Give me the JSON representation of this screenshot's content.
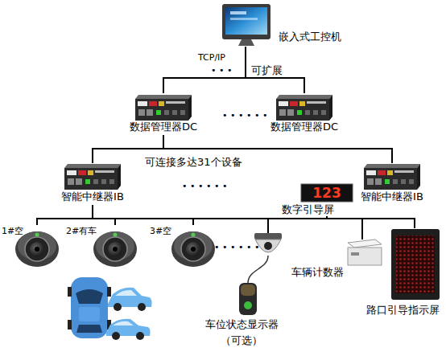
{
  "diagram": {
    "nodes": [
      {
        "text": [
          "嵌入式工控机"
        ]
      },
      {
        "text": [
          "数据管理器DC"
        ]
      },
      {
        "text": [
          "数据管理器DC"
        ]
      },
      {
        "text": [
          "智能中继器IB"
        ]
      },
      {
        "text": [
          "智能中继器IB"
        ]
      },
      {
        "text": [
          "123",
          "数字引导屏"
        ]
      },
      {
        "text": [
          "1#空"
        ]
      },
      {
        "text": [
          "2#有车"
        ]
      },
      {
        "text": [
          "3#空"
        ]
      },
      {
        "text": [
          "车辆计数器"
        ]
      },
      {
        "text": [
          "路口引导指示屏"
        ]
      },
      {
        "text": [
          "车位状态显示器",
          "（可选）"
        ]
      }
    ],
    "edges": [
      {
        "from": 0,
        "to": 1,
        "arrow": "none"
      },
      {
        "from": 0,
        "to": 2,
        "arrow": "none"
      },
      {
        "from": 1,
        "to": 3,
        "arrow": "none"
      },
      {
        "from": 1,
        "to": 4,
        "arrow": "none"
      },
      {
        "from": 3,
        "to": 5,
        "arrow": "none"
      },
      {
        "from": 3,
        "to": 6,
        "arrow": "none"
      },
      {
        "from": 3,
        "to": 7,
        "arrow": "none"
      },
      {
        "from": 3,
        "to": 8,
        "arrow": "none"
      },
      {
        "from": 3,
        "to": 9,
        "arrow": "none"
      },
      {
        "from": 3,
        "to": 10,
        "arrow": "none"
      }
    ],
    "labels": [
      "TCP/IP",
      "• • •",
      "可扩展",
      "• • • • • •",
      "可连接多达31个设备",
      "• • • • • •",
      "• • • • • •"
    ]
  }
}
